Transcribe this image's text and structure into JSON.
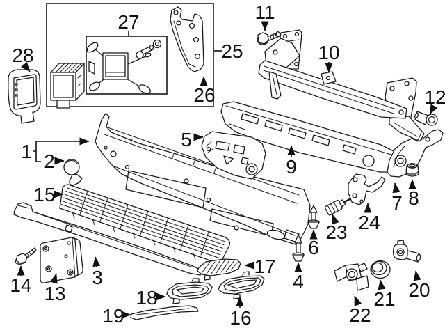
{
  "diagram": {
    "colors": {
      "line": "#1a1a1a",
      "label": "#111111",
      "background": "#ffffff"
    },
    "callouts": {
      "c1": {
        "label": "1"
      },
      "c2": {
        "label": "2"
      },
      "c3": {
        "label": "3"
      },
      "c4": {
        "label": "4"
      },
      "c5": {
        "label": "5"
      },
      "c6": {
        "label": "6"
      },
      "c7": {
        "label": "7"
      },
      "c8": {
        "label": "8"
      },
      "c9": {
        "label": "9"
      },
      "c10": {
        "label": "10"
      },
      "c11": {
        "label": "11"
      },
      "c12": {
        "label": "12"
      },
      "c13": {
        "label": "13"
      },
      "c14": {
        "label": "14"
      },
      "c15": {
        "label": "15"
      },
      "c16": {
        "label": "16"
      },
      "c17": {
        "label": "17"
      },
      "c18": {
        "label": "18"
      },
      "c19": {
        "label": "19"
      },
      "c20": {
        "label": "20"
      },
      "c21": {
        "label": "21"
      },
      "c22": {
        "label": "22"
      },
      "c23": {
        "label": "23"
      },
      "c24": {
        "label": "24"
      },
      "c25": {
        "label": "25"
      },
      "c26": {
        "label": "26"
      },
      "c27": {
        "label": "27"
      },
      "c28": {
        "label": "28"
      }
    }
  }
}
